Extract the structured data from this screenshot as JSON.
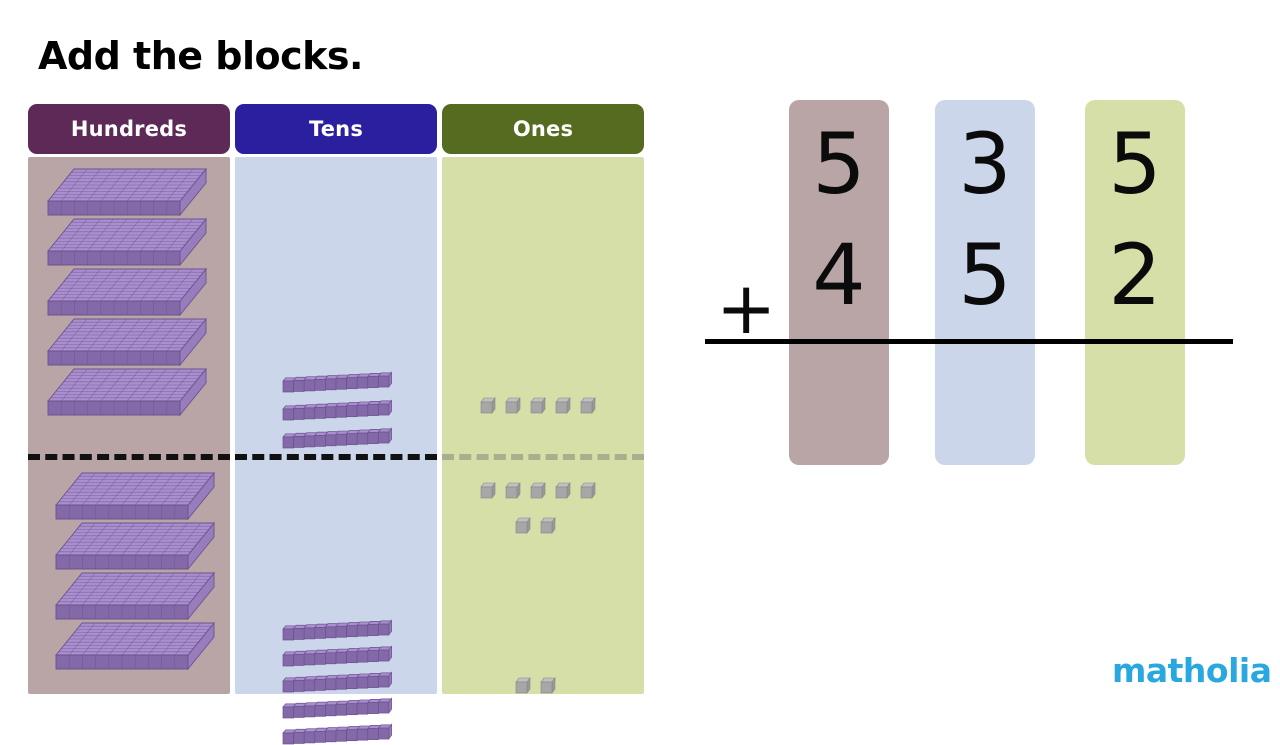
{
  "page": {
    "title": "Add the blocks.",
    "background": "#ffffff"
  },
  "place_value_table": {
    "columns": [
      {
        "key": "hundreds",
        "header_label": "Hundreds",
        "header_color": "#5d2a57",
        "body_color": "#b9a5a6",
        "block_type": "flat",
        "block_color": "#a98fce",
        "top_count": 5,
        "bottom_count": 4,
        "divider_color": "#111111"
      },
      {
        "key": "tens",
        "header_label": "Tens",
        "header_color": "#2a1f9e",
        "body_color": "#ccd6ea",
        "block_type": "rod",
        "block_color": "#a98fce",
        "top_count": 3,
        "bottom_count": 5,
        "divider_color": "#111111"
      },
      {
        "key": "ones",
        "header_label": "Ones",
        "header_color": "#556b1f",
        "body_color": "#d7dfa8",
        "block_type": "cube",
        "block_color": "#b3b3b3",
        "top_count": 12,
        "bottom_count": 2,
        "divider_color": "#a9ae8c"
      }
    ]
  },
  "sum": {
    "operator": "+",
    "addend_1": {
      "hundreds": "5",
      "tens": "3",
      "ones": "5",
      "value": "535"
    },
    "addend_2": {
      "hundreds": "4",
      "tens": "5",
      "ones": "2",
      "value": "452"
    },
    "answer": {
      "hundreds": "",
      "tens": "",
      "ones": ""
    },
    "column_colors": {
      "hundreds": "#b9a5a6",
      "tens": "#ccd6ea",
      "ones": "#d7dfa8"
    },
    "rule_color": "#000000"
  },
  "logo": {
    "text": "matholia",
    "color": "#29a8df"
  }
}
